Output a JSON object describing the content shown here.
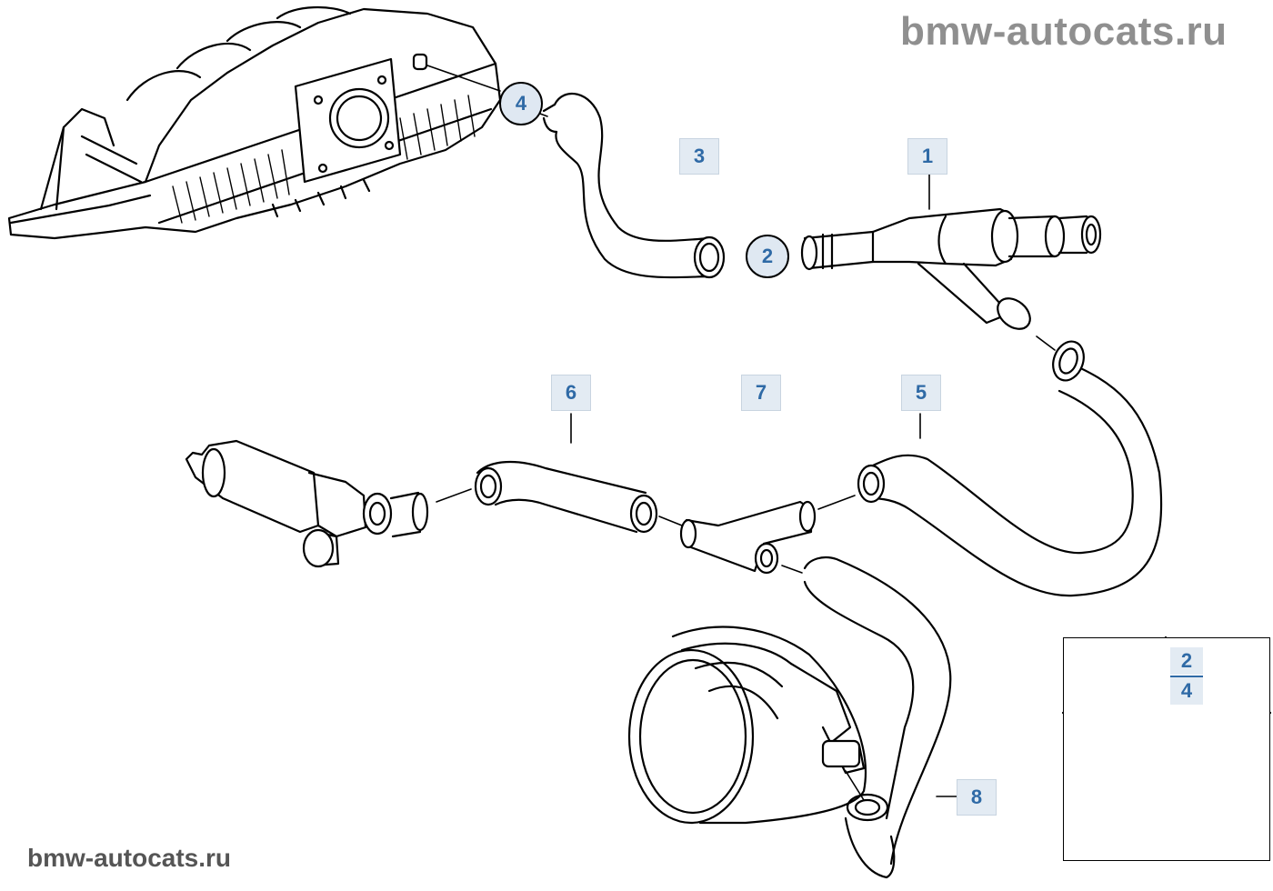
{
  "watermark_top": "bmw-autocats.ru",
  "watermark_bottom": "bmw-autocats.ru",
  "callouts": {
    "c1": "1",
    "c2": "2",
    "c3": "3",
    "c4": "4",
    "c5": "5",
    "c6": "6",
    "c7": "7",
    "c8": "8"
  },
  "legend": {
    "num_top": "2",
    "num_bottom": "4"
  },
  "colors": {
    "callout_text": "#2f6aa6",
    "callout_bg": "#e3ebf3",
    "watermark": "#8f8f8f"
  }
}
